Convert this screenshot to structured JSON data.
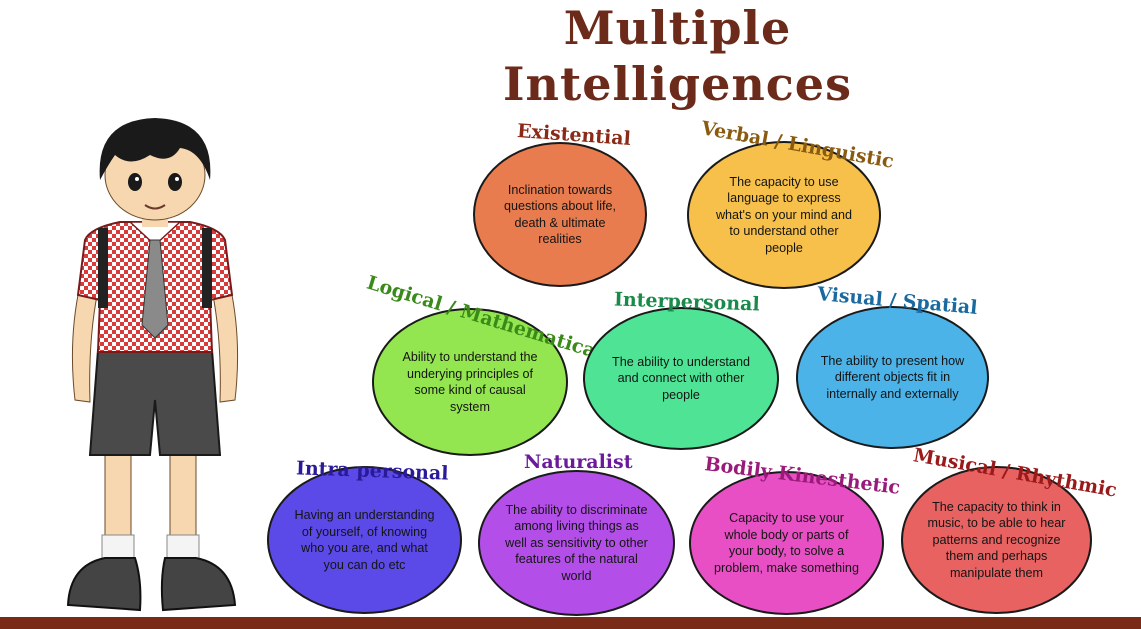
{
  "title": {
    "line1": "Multiple",
    "line2": "Intelligences"
  },
  "colors": {
    "title": "#6b2a1a",
    "ground": "#7a2b18",
    "shirt": "#d93a3a",
    "shorts": "#4a4a4a"
  },
  "intelligences": [
    {
      "name": "Existential",
      "description": "Inclination towards questions about life, death & ultimate realities",
      "fill": "#e97c4e",
      "label_color": "#8a2a17"
    },
    {
      "name": "Verbal / Linguistic",
      "description": "The capacity to use language to express what's on your mind and to understand other people",
      "fill": "#f6c04a",
      "label_color": "#8a5a10"
    },
    {
      "name": "Logical / Mathematical",
      "description": "Ability to understand the underying principles of some kind of causal system",
      "fill": "#94e650",
      "label_color": "#3a8a1a"
    },
    {
      "name": "Interpersonal",
      "description": "The ability to understand and connect with other people",
      "fill": "#4fe395",
      "label_color": "#1a8a4a"
    },
    {
      "name": "Visual / Spatial",
      "description": "The ability to present how different objects fit in internally and externally",
      "fill": "#4bb3e8",
      "label_color": "#1a6aa0"
    },
    {
      "name": "Intra personal",
      "description": "Having an understanding of yourself, of knowing who you are, and what you can do etc",
      "fill": "#5c4ae8",
      "label_color": "#2a1a9a"
    },
    {
      "name": "Naturalist",
      "description": "The ability to discriminate among living things as well as sensitivity to other features of the natural world",
      "fill": "#b34fe8",
      "label_color": "#6a1a9a"
    },
    {
      "name": "Bodily Kinesthetic",
      "description": "Capacity to use your whole body or parts of your body, to solve a problem, make something",
      "fill": "#e84fc4",
      "label_color": "#9a1a7a"
    },
    {
      "name": "Musical / Rhythmic",
      "description": "The capacity to think in music, to be able to hear patterns and recognize them and perhaps manipulate them",
      "fill": "#e86262",
      "label_color": "#9a1a1a"
    }
  ]
}
